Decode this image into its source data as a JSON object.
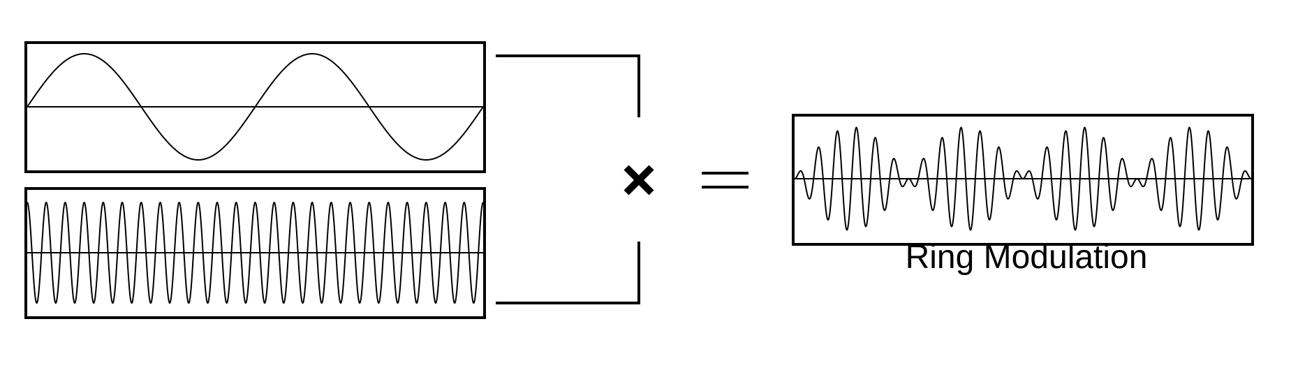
{
  "diagram": {
    "caption": "Ring Modulation",
    "operators": {
      "multiply": "multiply",
      "equals": "equals"
    },
    "signals": {
      "modulator": {
        "cycles": 2
      },
      "carrier": {
        "cycles": 24
      },
      "result": {
        "carrier_cycles": 24,
        "modulator_cycles": 2
      }
    },
    "colors": {
      "stroke": "#000000",
      "background": "#ffffff"
    }
  }
}
